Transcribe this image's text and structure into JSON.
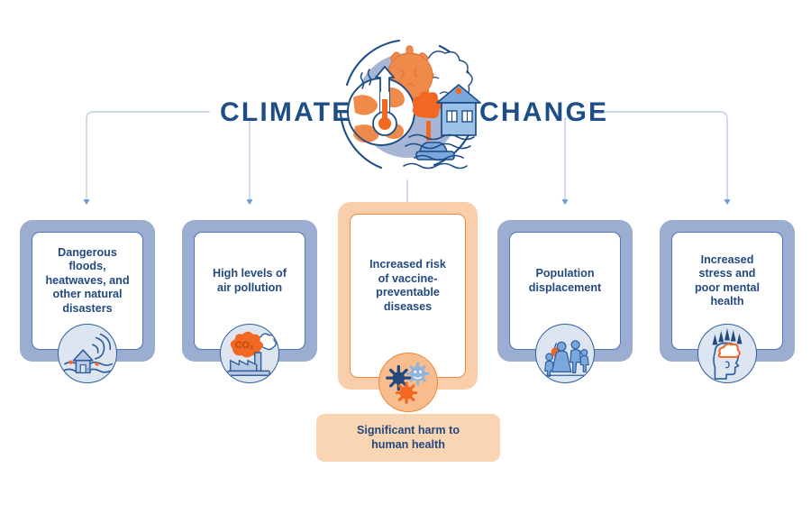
{
  "title": {
    "word_left": "CLIMATE",
    "word_right": "CHANGE"
  },
  "hero": {
    "icon": "globe-thermometer-virus-flood-icon"
  },
  "colors": {
    "navy_text": "#23497e",
    "title_navy": "#1f4e87",
    "card_frame_blue": "#9badd0",
    "card_frame_orange": "#f9cfab",
    "card_border_blue": "#4f77b3",
    "card_border_orange": "#f0893f",
    "badge_fill_blue": "#dde5f0",
    "badge_fill_orange": "#f7bd8e",
    "connector_blue": "#c6d5ea",
    "arrow_blue": "#6d9bd1",
    "accent_orange": "#f26722",
    "banner_orange": "#fad5b4"
  },
  "cards": [
    {
      "id": "dangerous-floods",
      "label": "Dangerous\nfloods,\nheatwaves, and\nother natural\ndisasters",
      "icon": "flood-house-icon",
      "highlight": false
    },
    {
      "id": "air-pollution",
      "label": "High levels of\nair pollution",
      "icon": "co2-factory-icon",
      "highlight": false
    },
    {
      "id": "vaccine-preventable-diseases",
      "label": "Increased risk\nof vaccine-\npreventable\ndiseases",
      "icon": "virus-germs-icon",
      "highlight": true
    },
    {
      "id": "population-displacement",
      "label": "Population\ndisplacement",
      "icon": "displaced-family-icon",
      "highlight": false
    },
    {
      "id": "mental-health",
      "label": "Increased\nstress and\npoor mental\nhealth",
      "icon": "stressed-head-brain-icon",
      "highlight": false
    }
  ],
  "outcome": {
    "label": "Significant harm to\nhuman health"
  }
}
